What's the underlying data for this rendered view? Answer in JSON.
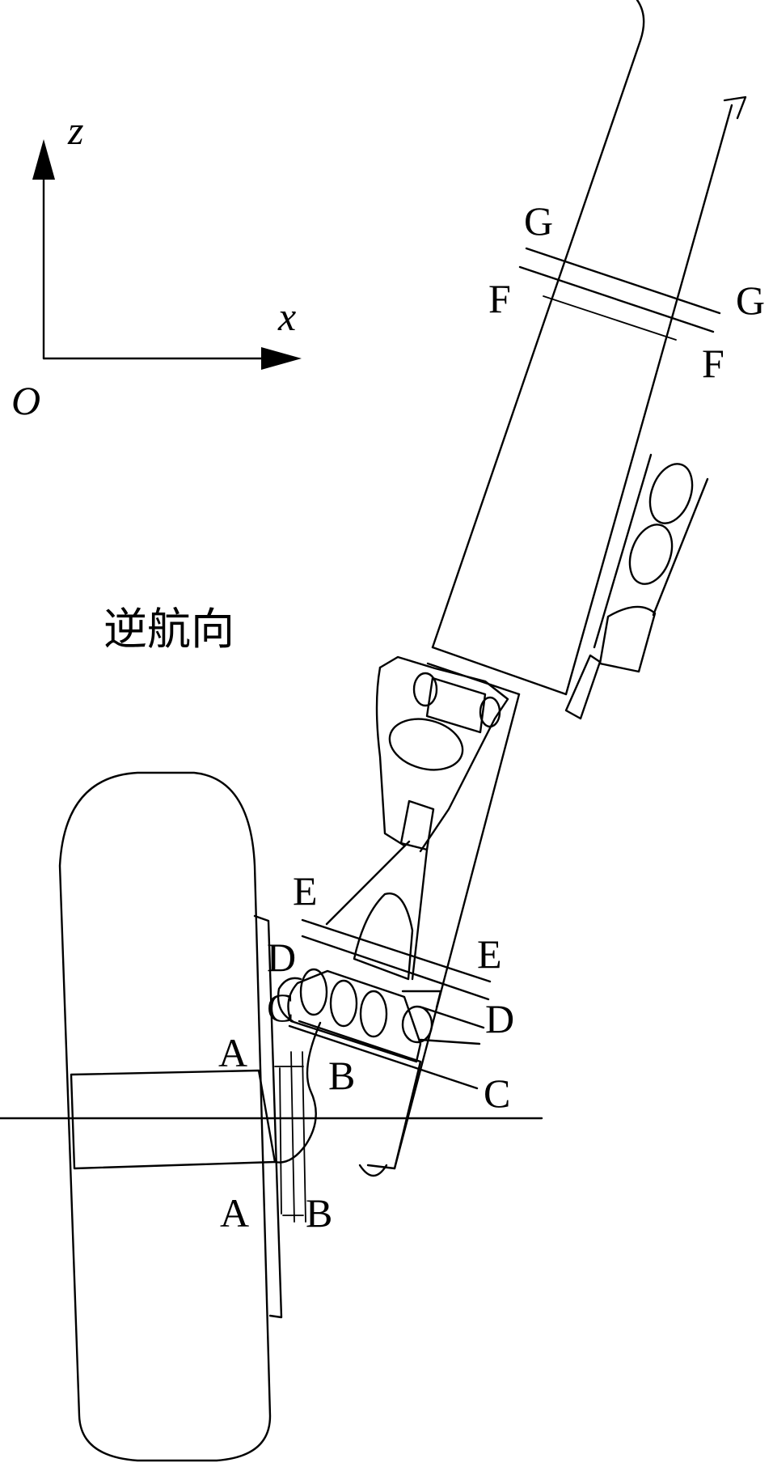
{
  "axes": {
    "z_label": "z",
    "x_label": "x",
    "origin_label": "O"
  },
  "direction_label": "逆航向",
  "section_labels": {
    "g_left": "G",
    "g_right": "G",
    "f_left": "F",
    "f_right": "F",
    "e_left": "E",
    "e_right": "E",
    "d_left": "D",
    "d_right": "D",
    "c_left": "C",
    "c_right": "C",
    "b_top": "B",
    "b_bottom": "B",
    "a_top": "A",
    "a_bottom": "A"
  }
}
